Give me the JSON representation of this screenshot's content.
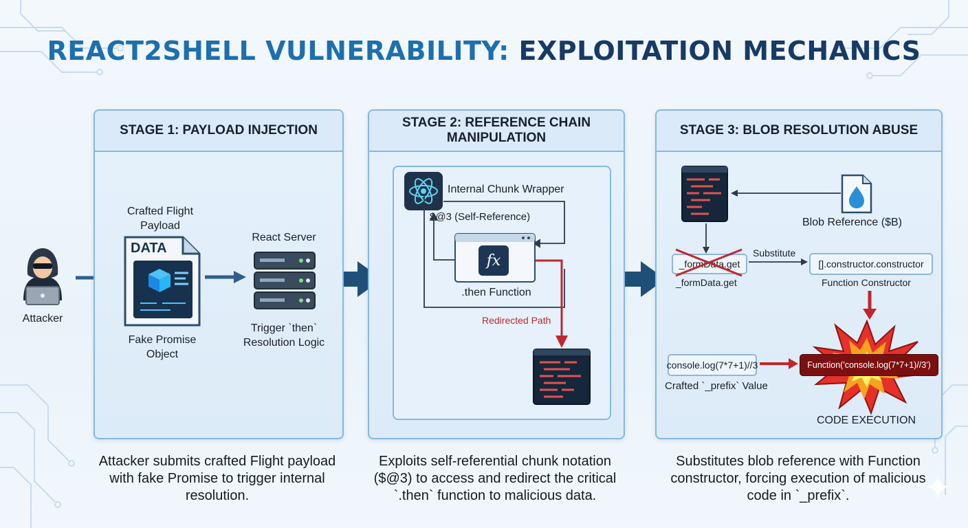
{
  "title": {
    "part1": "REACT2SHELL VULNERABILITY:",
    "part2": "EXPLOITATION MECHANICS"
  },
  "attacker": {
    "label": "Attacker"
  },
  "stage1": {
    "heading": "STAGE 1: PAYLOAD INJECTION",
    "crafted_label": "Crafted Flight Payload",
    "doc_header": "DATA",
    "fake_promise_label": "Fake Promise Object",
    "server_label": "React Server",
    "trigger_label": "Trigger `then` Resolution Logic",
    "description": "Attacker submits crafted Flight payload with fake Promise to trigger internal resolution."
  },
  "stage2": {
    "heading": "STAGE 2: REFERENCE CHAIN MANIPULATION",
    "wrapper_label": "Internal Chunk Wrapper",
    "self_ref_label": "$@3 (Self-Reference)",
    "fx_glyph": "fx",
    "then_label": ".then Function",
    "redirect_label": "Redirected Path",
    "description": "Exploits self-referential chunk notation ($@3) to access and redirect the critical `.then` function to malicious data."
  },
  "stage3": {
    "heading": "STAGE 3: BLOB RESOLUTION ABUSE",
    "blob_label": "Blob Reference ($B)",
    "formdata_crossed": "_formData.get",
    "formdata_label": "_formData.get",
    "substitute_label": "Substitute",
    "constructor_code": "[].constructor.constructor",
    "constructor_label": "Function Constructor",
    "console_code": "console.log(7*7+1)//3",
    "prefix_label": "Crafted `_prefix` Value",
    "function_call": "Function('console.log(7*7+1)//3')",
    "execution_label": "CODE EXECUTION",
    "description": "Substitutes blob reference with Function constructor, forcing execution of malicious code in `_prefix`."
  },
  "colors": {
    "title_blue": "#1d6fae",
    "title_navy": "#173a66",
    "panel_border": "#86b8de",
    "arrow_navy": "#1f4e79",
    "redirect_red": "#c0272d",
    "function_box": "#7a1010"
  }
}
